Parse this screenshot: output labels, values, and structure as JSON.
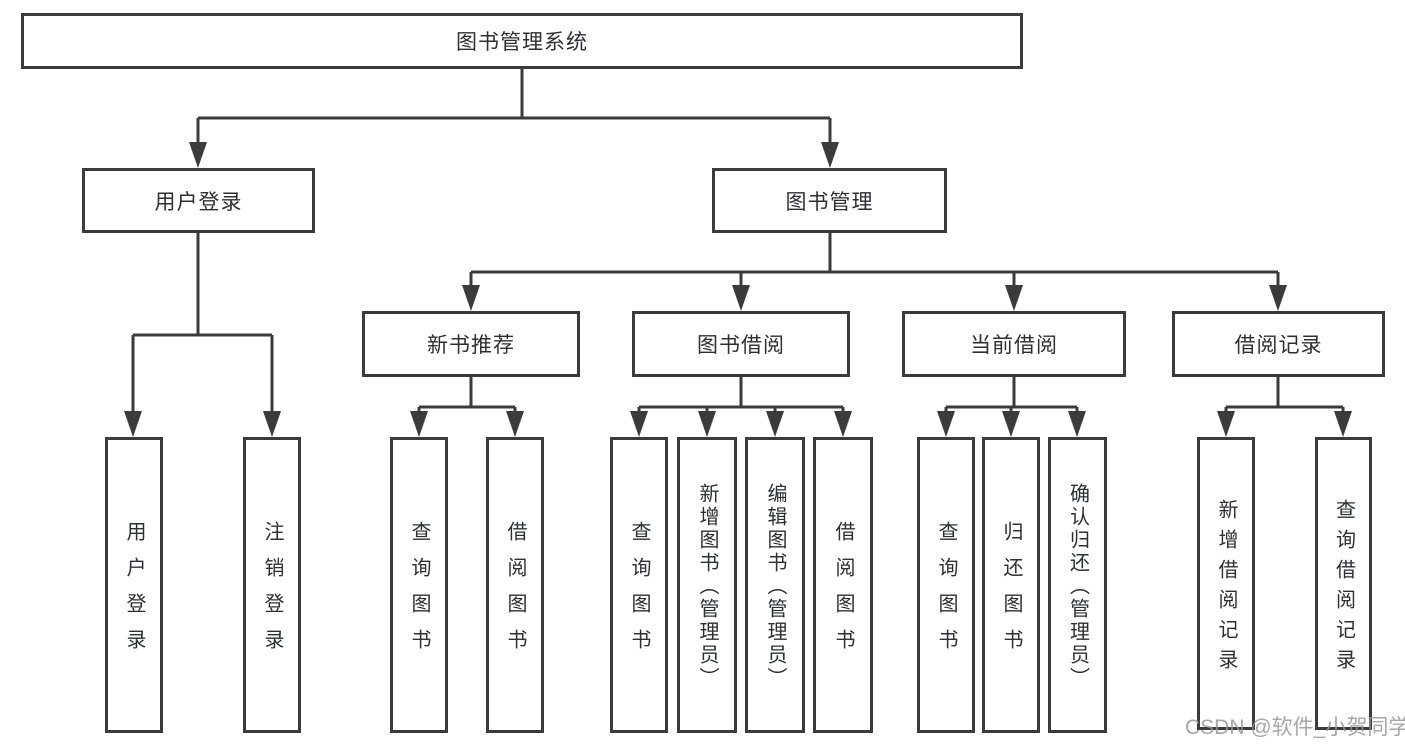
{
  "diagram": {
    "type": "tree",
    "root": {
      "label": "图书管理系统",
      "children": [
        {
          "label": "用户登录",
          "children": [
            {
              "label": "用户登录"
            },
            {
              "label": "注销登录"
            }
          ]
        },
        {
          "label": "图书管理",
          "children": [
            {
              "label": "新书推荐",
              "children": [
                {
                  "label": "查询图书"
                },
                {
                  "label": "借阅图书"
                }
              ]
            },
            {
              "label": "图书借阅",
              "children": [
                {
                  "label": "查询图书"
                },
                {
                  "label": "新增图书（管理员）"
                },
                {
                  "label": "编辑图书（管理员）"
                },
                {
                  "label": "借阅图书"
                }
              ]
            },
            {
              "label": "当前借阅",
              "children": [
                {
                  "label": "查询图书"
                },
                {
                  "label": "归还图书"
                },
                {
                  "label": "确认归还（管理员）"
                }
              ]
            },
            {
              "label": "借阅记录",
              "children": [
                {
                  "label": "新增借阅记录"
                },
                {
                  "label": "查询借阅记录"
                }
              ]
            }
          ]
        }
      ]
    }
  },
  "watermark": {
    "text": "CSDN @软件_小贺同学"
  },
  "colors": {
    "line": "#3b3b3b",
    "box_border": "#3b3b3b",
    "text": "#2d2f33",
    "background": "#ffffff",
    "watermark": "#969699"
  }
}
